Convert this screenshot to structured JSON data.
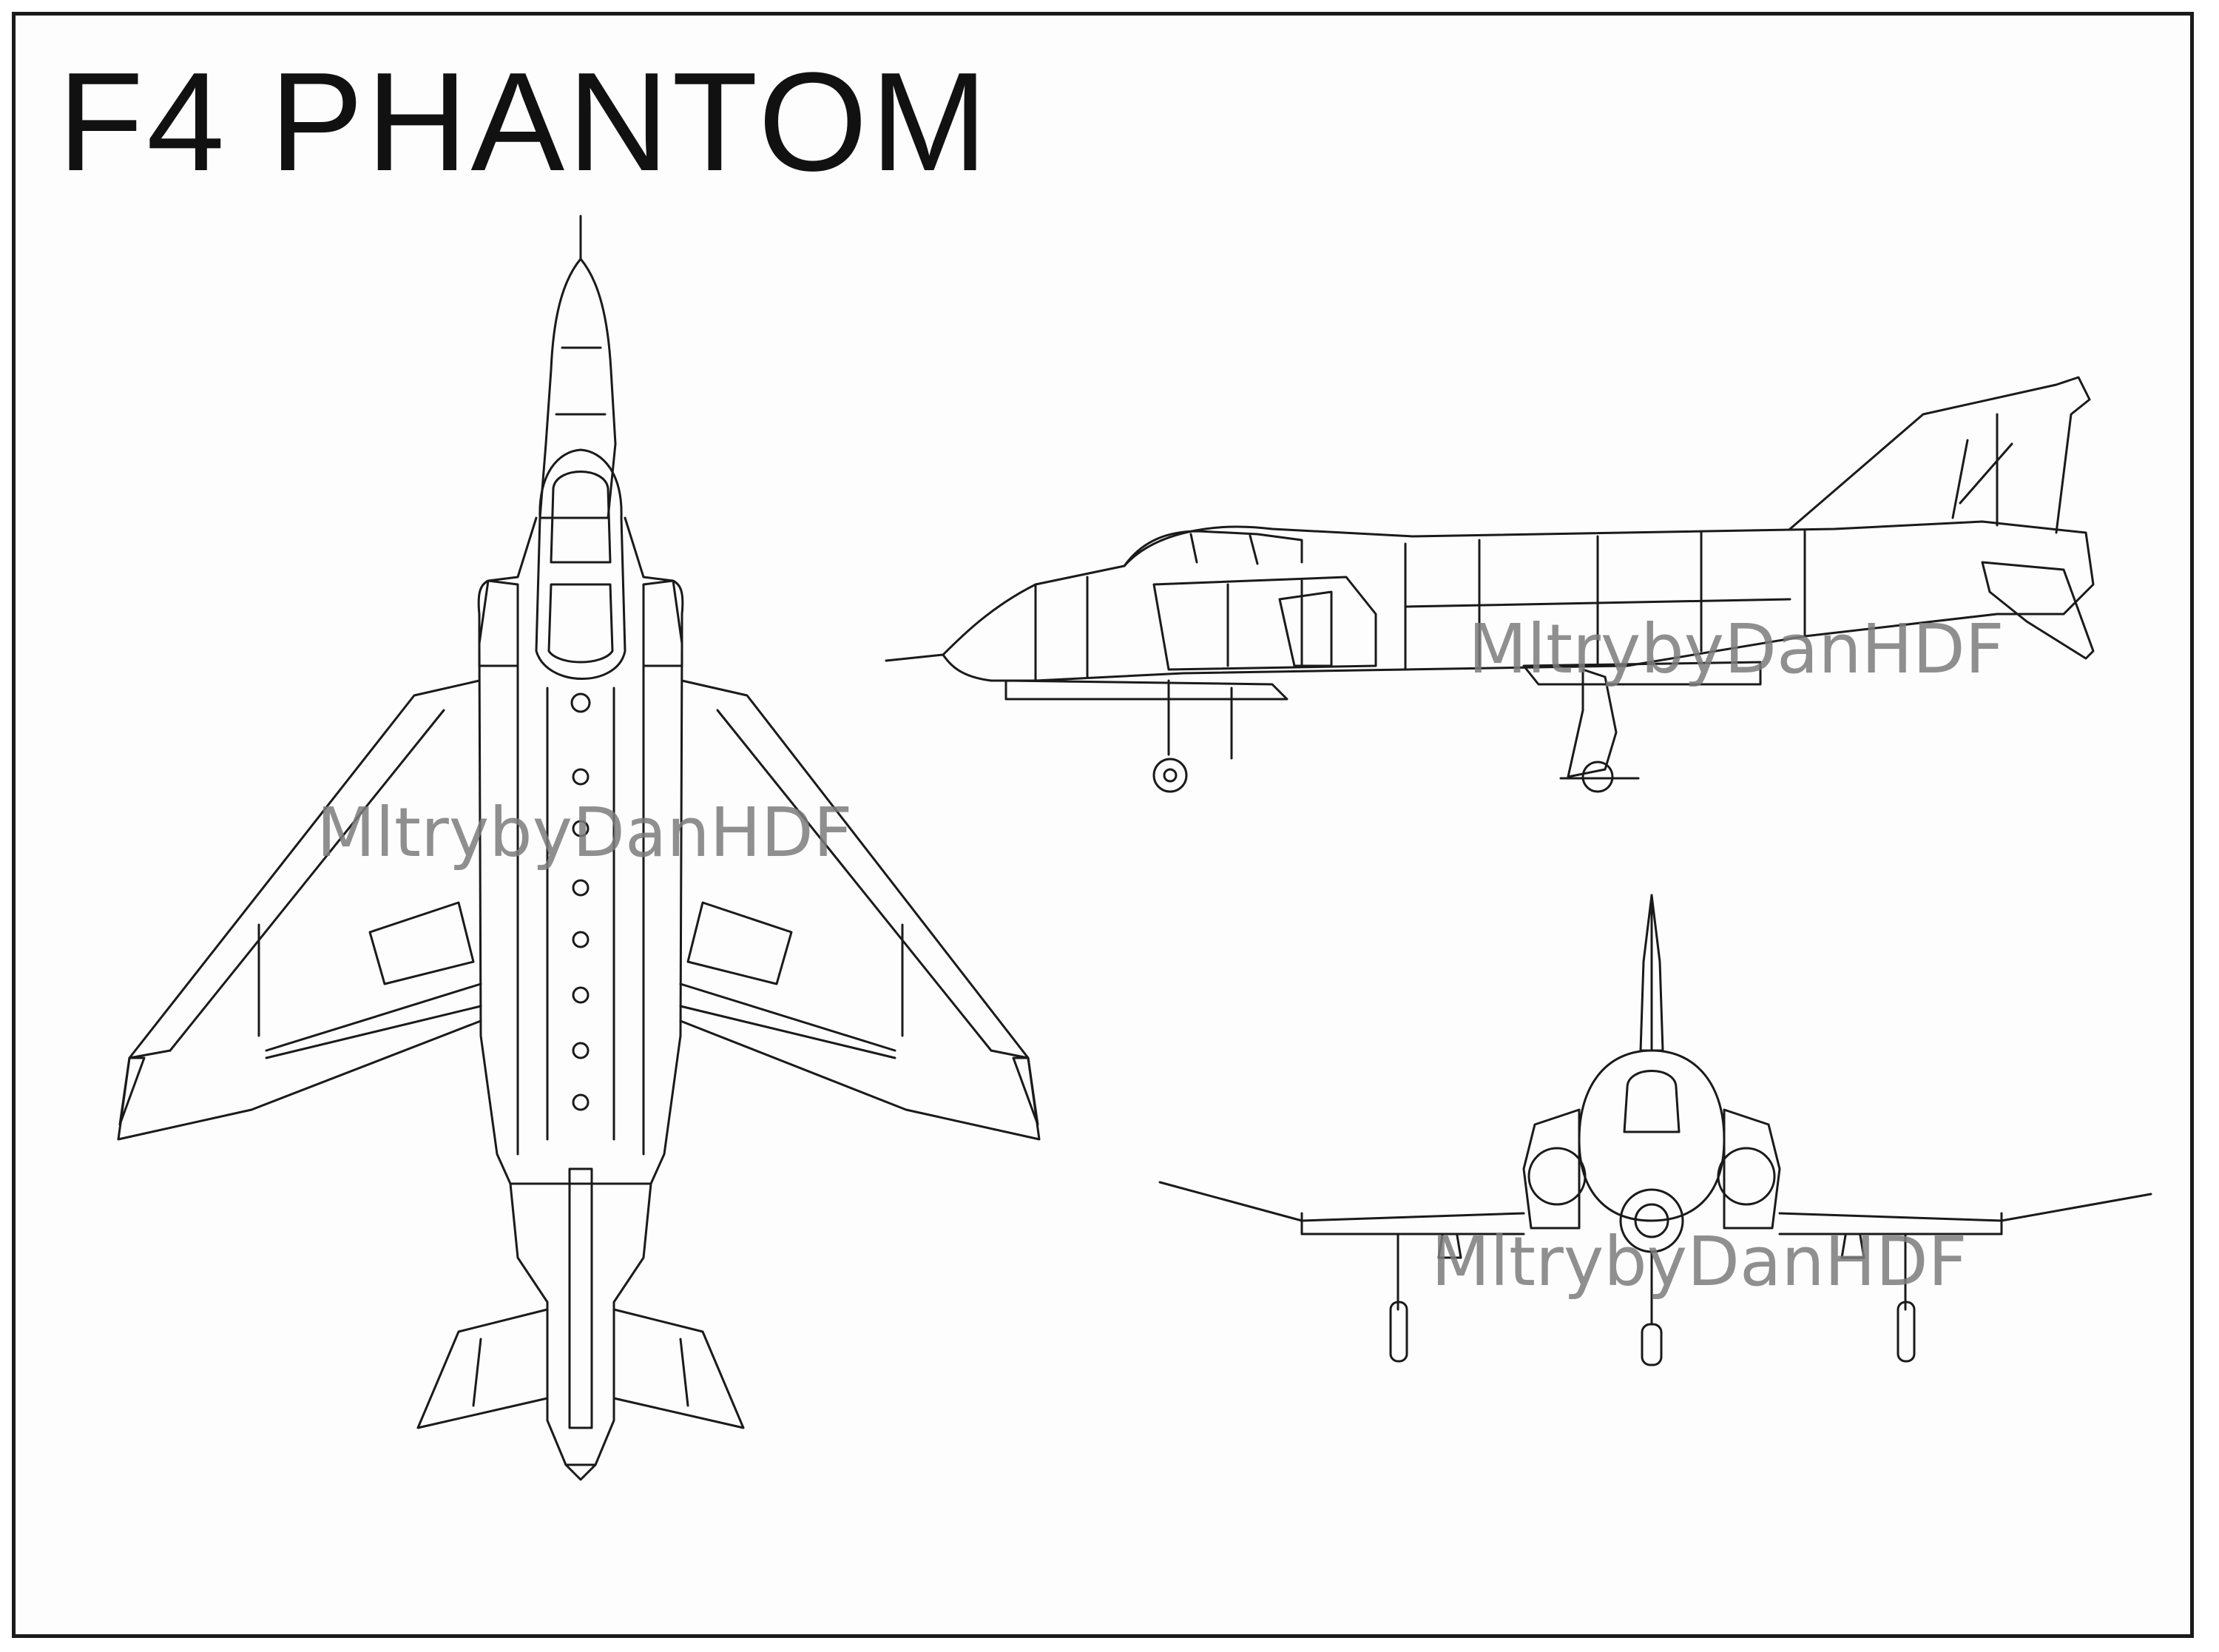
{
  "title": "F4 PHANTOM",
  "watermarks": [
    "MltrybyDanHDF",
    "MltrybyDanHDF",
    "MltrybyDanHDF"
  ],
  "views": {
    "top": {
      "name": "top-view"
    },
    "side": {
      "name": "side-view"
    },
    "front": {
      "name": "front-view"
    }
  },
  "colors": {
    "line": "#1a1a1a",
    "watermark": "#7c7c7c",
    "background": "#ffffff"
  }
}
